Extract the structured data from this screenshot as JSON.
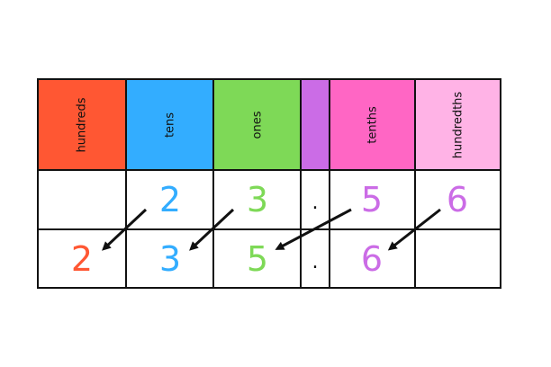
{
  "headers": [
    {
      "label": "hundreds",
      "color": "#ff5733"
    },
    {
      "label": "tens",
      "color": "#33adff"
    },
    {
      "label": "ones",
      "color": "#7ed957"
    },
    {
      "label": "",
      "color": "#cb6ce6"
    },
    {
      "label": "tenths",
      "color": "#ff66c4"
    },
    {
      "label": "hundredths",
      "color": "#ffb3e6"
    }
  ],
  "row1": {
    "tens": {
      "value": "2",
      "color": "#33adff"
    },
    "ones": {
      "value": "3",
      "color": "#7ed957"
    },
    "point": ".",
    "tenths": {
      "value": "5",
      "color": "#cb6ce6"
    },
    "hundredths": {
      "value": "6",
      "color": "#cb6ce6"
    }
  },
  "row2": {
    "hundreds": {
      "value": "2",
      "color": "#ff5733"
    },
    "tens": {
      "value": "3",
      "color": "#33adff"
    },
    "ones": {
      "value": "5",
      "color": "#7ed957"
    },
    "point": ".",
    "tenths": {
      "value": "6",
      "color": "#cb6ce6"
    }
  }
}
